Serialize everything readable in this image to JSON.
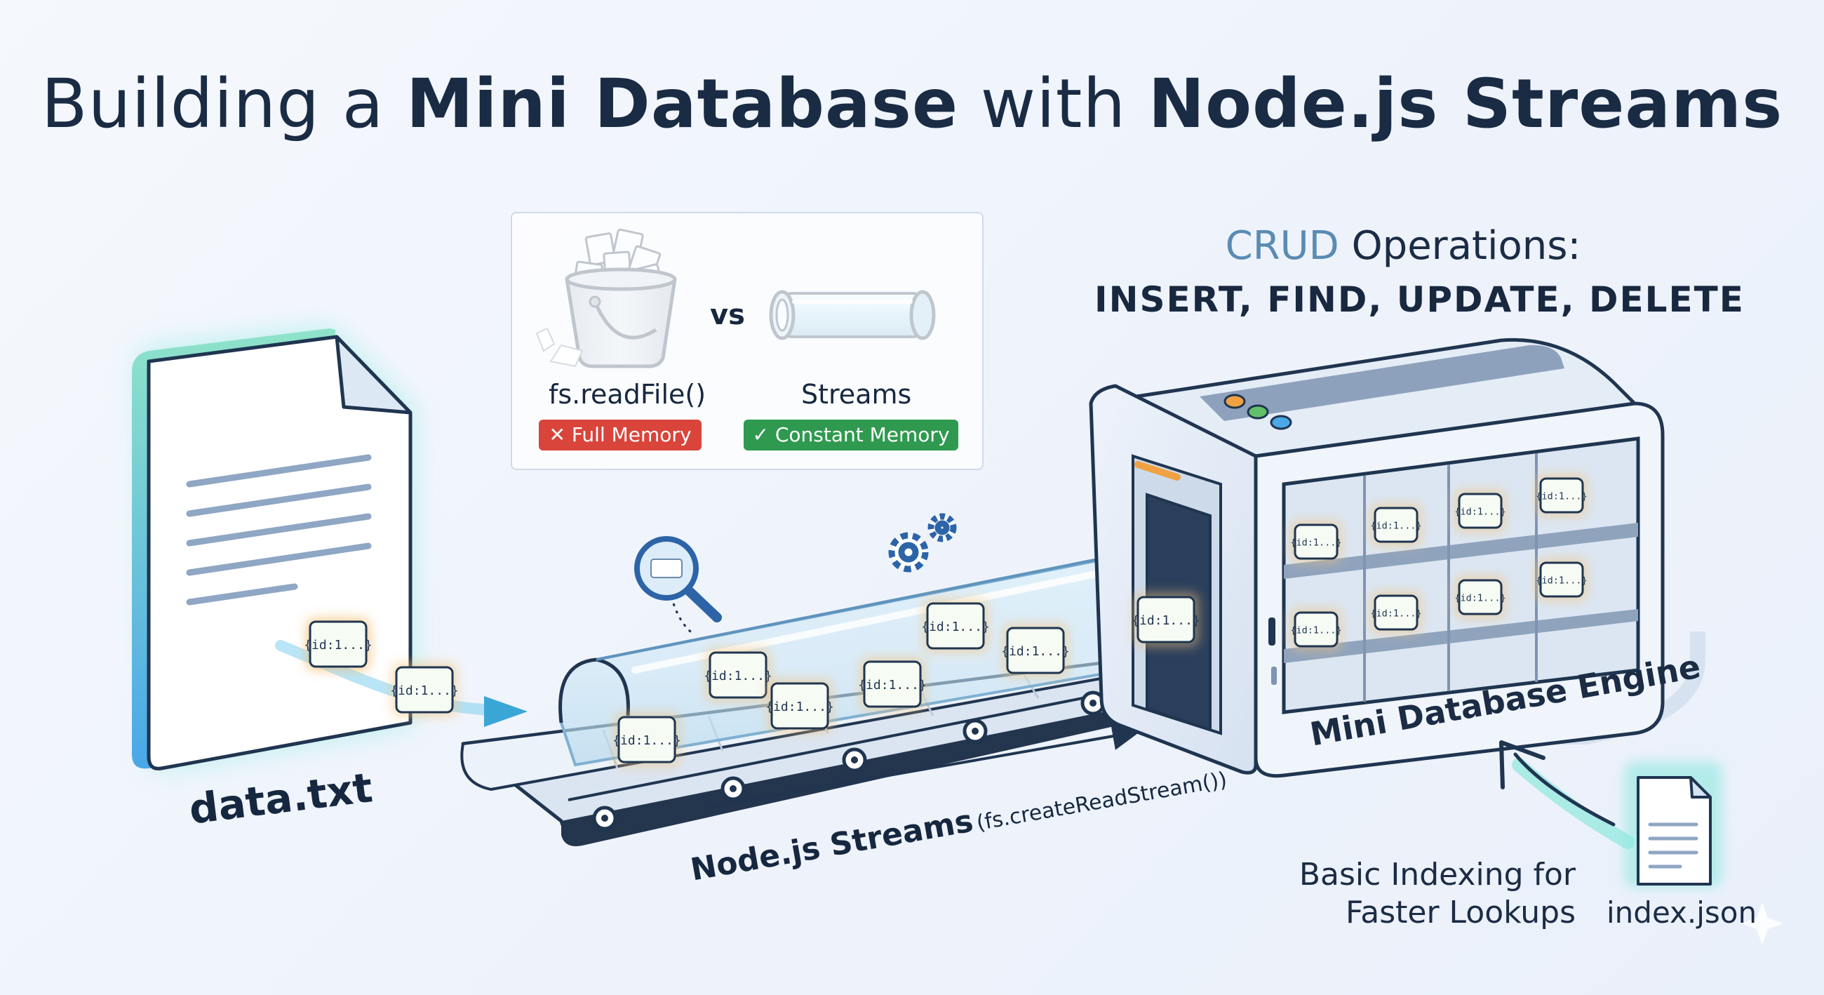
{
  "title": {
    "part1": "Building a ",
    "part2": "Mini Database",
    "part3": " with ",
    "part4": "Node.js Streams"
  },
  "comparison": {
    "left_label": "fs.readFile()",
    "left_badge": "Full Memory",
    "left_badge_mark": "✕",
    "vs": "vs",
    "right_label": "Streams",
    "right_badge": "Constant Memory",
    "right_badge_mark": "✓"
  },
  "crud": {
    "accent": "CRUD",
    "heading_rest": " Operations:",
    "operations": "INSERT,  FIND,  UPDATE,  DELETE"
  },
  "source_file": {
    "label": "data.txt"
  },
  "stream": {
    "label": "Node.js Streams",
    "sublabel": "(fs.createReadStream())"
  },
  "engine": {
    "label": "Mini Database Engine"
  },
  "index": {
    "caption_line1": "Basic Indexing for",
    "caption_line2": "Faster Lookups",
    "file_label": "index.json"
  },
  "record_token": "{id:1...}",
  "colors": {
    "title": "#1a2b44",
    "accent_blue": "#5a8bb3",
    "badge_red": "#d9443b",
    "badge_green": "#2f9a4f",
    "glow_cyan": "#7fe8e0",
    "token_glow": "#f3c27a",
    "flow_arrow": "#3aa6d6"
  },
  "icons": [
    "document-icon",
    "bucket-icon",
    "pipe-icon",
    "magnifier-icon",
    "gears-icon",
    "conveyor-icon",
    "database-engine-icon",
    "index-file-icon",
    "sparkle-icon"
  ]
}
